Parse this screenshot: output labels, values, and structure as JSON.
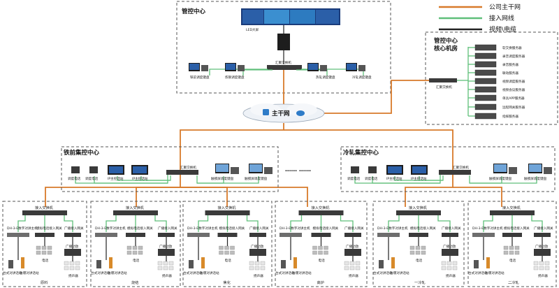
{
  "legend": [
    {
      "label": "公司主干网",
      "color": "#d87a2a"
    },
    {
      "label": "接入网线",
      "color": "#5fbf7a"
    },
    {
      "label": "视频\\电缆",
      "color": "#222222"
    }
  ],
  "control_center": {
    "title": "管控中心",
    "led_label": "LED大屏",
    "switch_label": "汇聚交换机",
    "consoles": [
      "铁前调度键盘",
      "炼钢调度键盘",
      "热轧调度键盘",
      "冷轧调度键盘"
    ]
  },
  "server_room": {
    "title_line1": "管控中心",
    "title_line2": "核心机房",
    "switch_label": "汇聚交换机",
    "servers": [
      "软交换服务器",
      "录音调度服务器",
      "录音服务器",
      "联动服务器",
      "视频调度服务器",
      "视频会议服务器",
      "单兵APP服务器",
      "远程网关服务器",
      "指挥服务器"
    ]
  },
  "backbone": {
    "label": "主干网"
  },
  "ellipsis": "……  ……",
  "sub_centers": [
    {
      "title": "铁前集控中心",
      "switch_label": "汇聚交换机",
      "items": [
        "调度电话",
        "调度电话",
        "IP主控话站",
        "IP主控话站",
        "触摸屏调度键盘",
        "触摸屏调度键盘"
      ]
    },
    {
      "title": "冷轧集控中心",
      "switch_label": "汇聚交换机",
      "items": [
        "调度电话",
        "调度电话",
        "IP主控话站",
        "IP主控话站",
        "触摸屏调度键盘",
        "触摸屏调度键盘"
      ]
    }
  ],
  "site_common": {
    "access_switch": "接入交换机",
    "recorder": "DH-3-E数字对讲主机",
    "analog_gw": "模拟电话接入网关",
    "broadcast_gw": "广播接入网关",
    "amp": "广播功放",
    "phone": "电话",
    "desk_station": "台式对讲话站",
    "ex_station": "防爆对讲话站",
    "speaker": "扬声器"
  },
  "sites": [
    {
      "name": "原料"
    },
    {
      "name": "烧结"
    },
    {
      "name": "焦化"
    },
    {
      "name": "高炉"
    },
    {
      "name": "一冷轧"
    },
    {
      "name": "二冷轧"
    }
  ]
}
